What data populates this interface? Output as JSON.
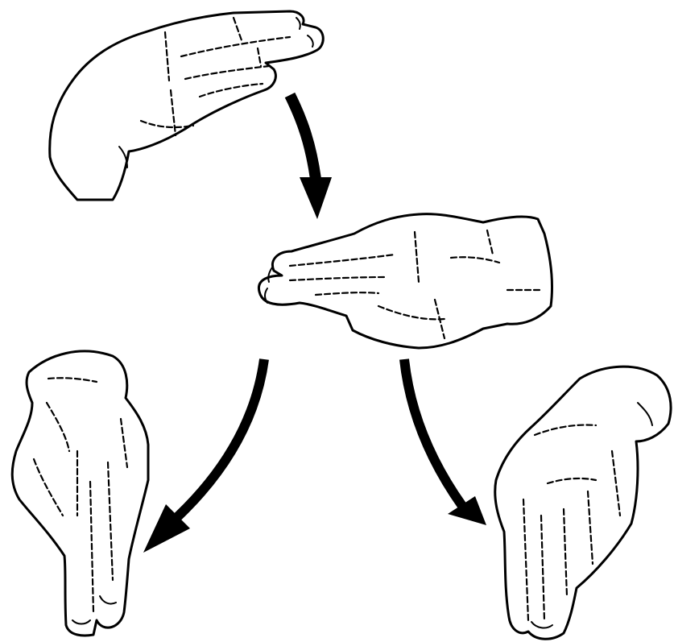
{
  "figure": {
    "background": "#ffffff",
    "ink": "#000000",
    "panels": [
      {
        "id": "hand-start",
        "icon": "hand-two-fingers-horizontal-icon"
      },
      {
        "id": "hand-middle",
        "icon": "hand-two-fingers-forward-icon"
      },
      {
        "id": "hand-left-result",
        "icon": "hand-two-fingers-down-icon"
      },
      {
        "id": "hand-right-result",
        "icon": "hand-fingers-down-icon"
      }
    ],
    "arrows": [
      {
        "from": "hand-start",
        "to": "hand-middle",
        "icon": "curved-arrow-down-icon"
      },
      {
        "from": "hand-middle",
        "to": "hand-left-result",
        "icon": "curved-arrow-down-left-icon"
      },
      {
        "from": "hand-middle",
        "to": "hand-right-result",
        "icon": "curved-arrow-down-right-icon"
      }
    ]
  }
}
